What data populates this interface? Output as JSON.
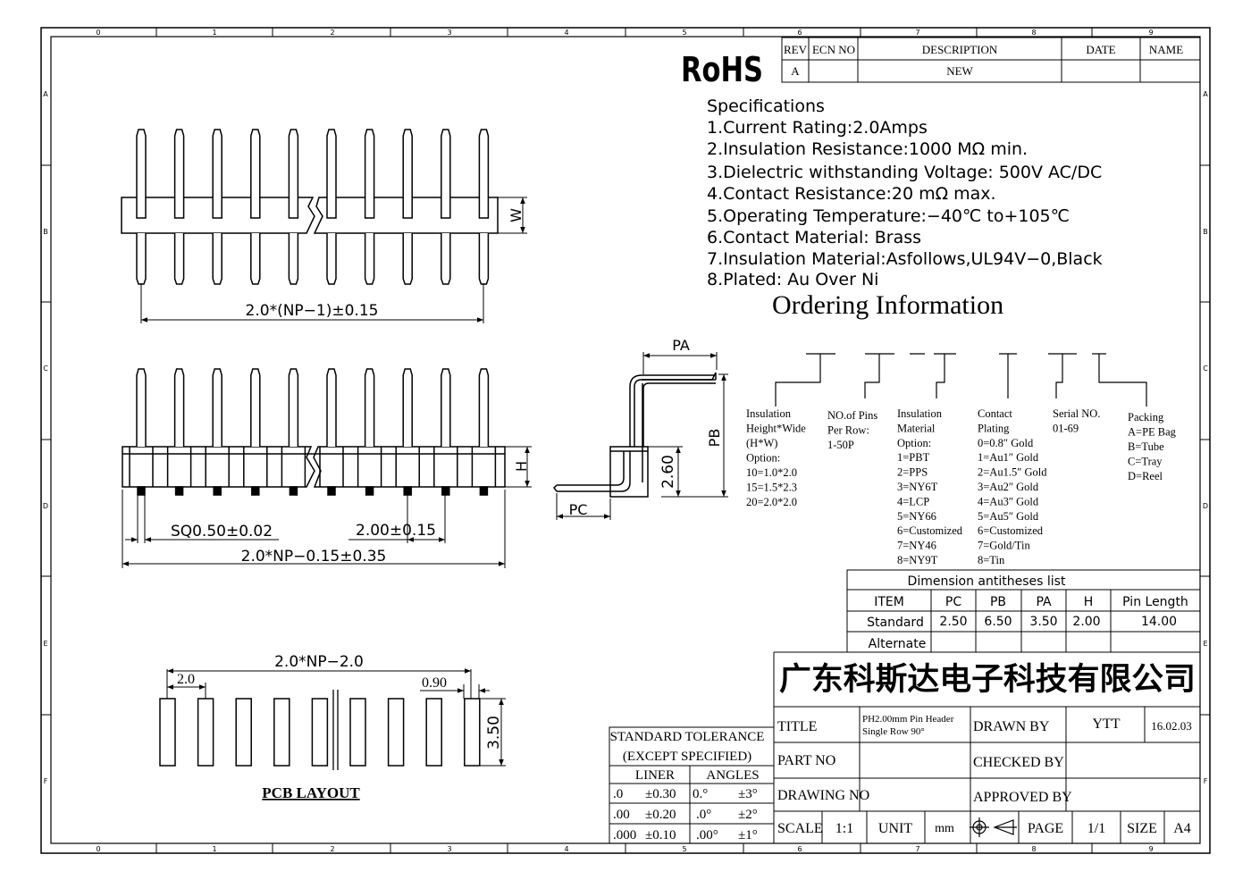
{
  "rohs_mark": "RoHS",
  "frame": {
    "col_labels": [
      "0",
      "1",
      "2",
      "3",
      "4",
      "5",
      "6",
      "7",
      "8",
      "9"
    ],
    "row_labels": [
      "A",
      "B",
      "C",
      "D",
      "E",
      "F"
    ]
  },
  "revision_table": {
    "headers": [
      "REV",
      "ECN NO",
      "DESCRIPTION",
      "DATE",
      "NAME"
    ],
    "row": [
      "A",
      "",
      "NEW",
      "",
      ""
    ]
  },
  "specifications": {
    "heading": "Specifications",
    "items": [
      "1.Current  Rating:2.0Amps",
      "2.Insulation  Resistance:1000  MΩ  min.",
      "3.Dielectric  withstanding  Voltage:   500V AC/DC",
      "4.Contact  Resistance:20  mΩ  max.",
      "5.Operating  Temperature:−40℃  to+105℃",
      "6.Contact  Material:  Brass",
      "7.Insulation  Material:Asfollows,UL94V−0,Black",
      "8.Plated:  Au  Over  Ni"
    ]
  },
  "ordering": {
    "title": "Ordering Information",
    "columns": [
      {
        "lines": [
          "Insulation",
          "Height*Wide",
          "(H*W)",
          "Option:",
          "10=1.0*2.0",
          "15=1.5*2.3",
          "20=2.0*2.0"
        ]
      },
      {
        "lines": [
          "NO.of Pins",
          "Per Row:",
          "1-50P"
        ]
      },
      {
        "lines": [
          "Insulation",
          "Material",
          "Option:",
          "1=PBT",
          "2=PPS",
          "3=NY6T",
          "4=LCP",
          "5=NY66",
          "6=Customized",
          "7=NY46",
          "8=NY9T"
        ]
      },
      {
        "lines": [
          "Contact",
          "Plating",
          "0=0.8″ Gold",
          "1=Au1″ Gold",
          "2=Au1.5″ Gold",
          "3=Au2″ Gold",
          "4=Au3″ Gold",
          "5=Au5″ Gold",
          "6=Customized",
          "7=Gold/Tin",
          "8=Tin"
        ]
      },
      {
        "lines": [
          "Serial NO.",
          "01-69"
        ]
      },
      {
        "lines": [
          "Packing",
          "A=PE Bag",
          "B=Tube",
          "C=Tray",
          "D=Reel"
        ]
      }
    ]
  },
  "dimension_table": {
    "title": "Dimension antitheses list",
    "headers": [
      "ITEM",
      "PC",
      "PB",
      "PA",
      "H",
      "Pin Length"
    ],
    "rows": [
      [
        "Standard",
        "2.50",
        "6.50",
        "3.50",
        "2.00",
        "14.00"
      ],
      [
        "Alternate",
        "",
        "",
        "",
        "",
        ""
      ]
    ]
  },
  "drawing_labels": {
    "top_dim": "2.0*(NP−1)±0.15",
    "w": "W",
    "h": "H",
    "sq": "SQ0.50±0.02",
    "pitch": "2.00±0.15",
    "overall": "2.0*NP−0.15±0.35",
    "pa": "PA",
    "pb": "PB",
    "pc": "PC",
    "d260": "2.60",
    "pcb_total": "2.0*NP−2.0",
    "pcb_pitch": "2.0",
    "pcb_width": "0.90",
    "pcb_height": "3.50",
    "pcb_caption": "PCB LAYOUT"
  },
  "company": "广东科斯达电子科技有限公司",
  "tolerance": {
    "title1": "STANDARD TOLERANCE",
    "title2": "(EXCEPT   SPECIFIED)",
    "liner": "LINER",
    "angles": "ANGLES",
    "rows": [
      [
        ".0",
        "±0.30",
        "0.°",
        "±3°"
      ],
      [
        ".00",
        "±0.20",
        ".0°",
        "±2°"
      ],
      [
        ".000",
        "±0.10",
        ".00°",
        "±1°"
      ]
    ]
  },
  "title_block": {
    "title_label": "TITLE",
    "title_value_1": "PH2.00mm Pin Header",
    "title_value_2": "Single Row 90°",
    "drawn_by_label": "DRAWN BY",
    "drawn_by_value": "YTT",
    "date_value": "16.02.03",
    "part_no_label": "PART NO",
    "checked_by_label": "CHECKED BY",
    "drawing_no_label": "DRAWING NO",
    "approved_by_label": "APPROVED BY",
    "scale_label": "SCALE",
    "scale_value": "1:1",
    "unit_label": "UNIT",
    "unit_value": "mm",
    "page_label": "PAGE",
    "page_value": "1/1",
    "size_label": "SIZE",
    "size_value": "A4"
  }
}
